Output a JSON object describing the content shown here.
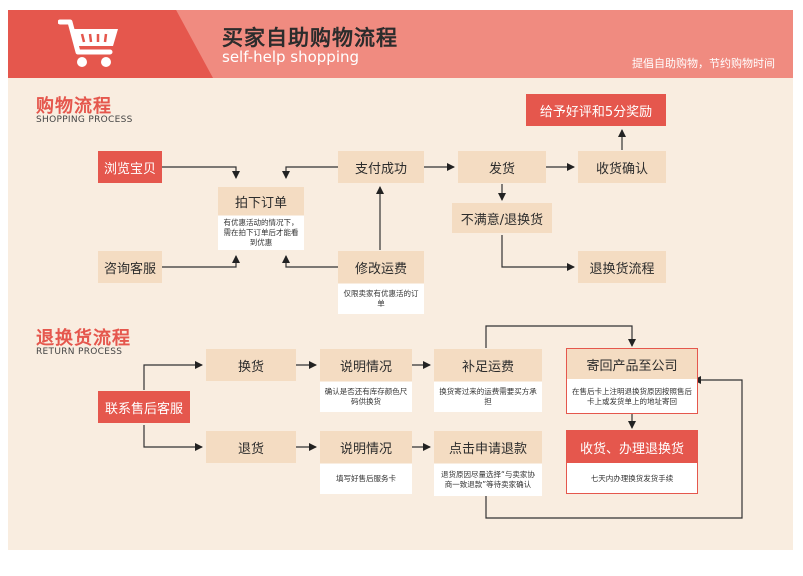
{
  "header": {
    "title": "买家自助购物流程",
    "subtitle": "self-help shopping",
    "slogan": "提倡自助购物，节约购物时间",
    "icon": "shopping-cart-icon"
  },
  "shopping": {
    "title": "购物流程",
    "subtitle": "SHOPPING PROCESS",
    "browse": "浏览宝贝",
    "consult": "咨询客服",
    "order": "拍下订单",
    "order_note": "有优惠活动的情况下，需在拍下订单后才能看到优惠",
    "modify_shipping": "修改运费",
    "modify_note": "仅限卖家有优惠活的订单",
    "paid": "支付成功",
    "ship": "发货",
    "confirm": "收货确认",
    "review": "给予好评和5分奖励",
    "unsatisfied": "不满意/退换货",
    "return_flow": "退换货流程"
  },
  "returns": {
    "title": "退换货流程",
    "subtitle": "RETURN PROCESS",
    "contact": "联系售后客服",
    "exchange": "换货",
    "refund": "退货",
    "explain1": "说明情况",
    "explain1_note": "确认是否还有库存颜色尺码供换货",
    "explain2": "说明情况",
    "explain2_note": "填写好售后服务卡",
    "pay_shipping": "补足运费",
    "pay_shipping_note": "换货寄过来的运费需要买方承担",
    "apply_refund": "点击申请退款",
    "apply_refund_note": "退货原因尽量选择“与卖家协商一致退款”等待卖家确认",
    "send_back": "寄回产品至公司",
    "send_back_note": "在售后卡上注明退换货原因按照售后卡上或发货单上的地址寄回",
    "receive": "收货、办理退换货",
    "receive_note": "七天内办理换货发货手续"
  },
  "colors": {
    "accent": "#e5574d",
    "header": "#f08b80",
    "box": "#f4dcc2",
    "background": "#f9ede0"
  }
}
